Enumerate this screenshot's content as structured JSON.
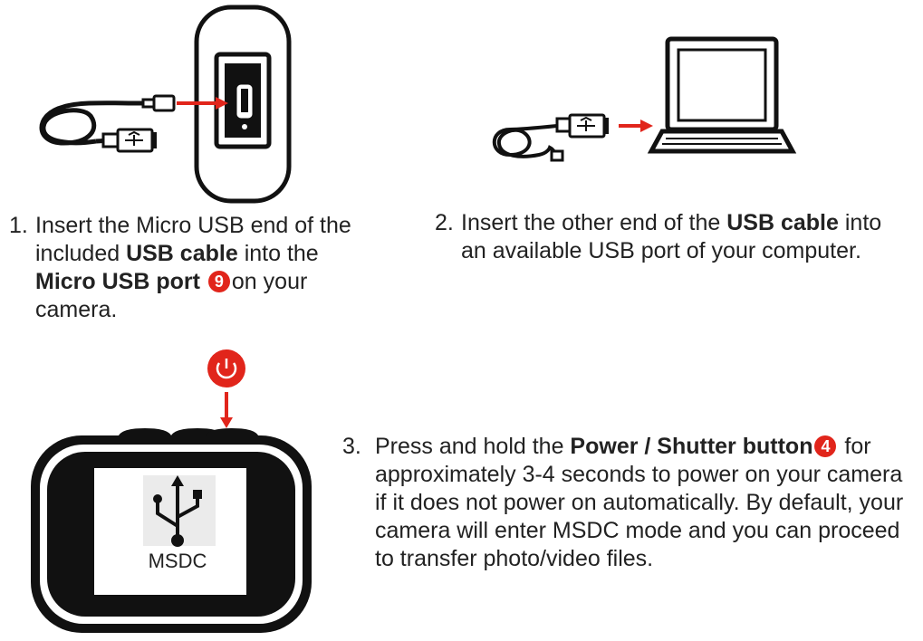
{
  "steps": [
    {
      "number": "1.",
      "parts": [
        "Insert the Micro USB end of the included ",
        "USB cable",
        " into the ",
        "Micro USB port",
        "on your camera."
      ],
      "badge": "9"
    },
    {
      "number": "2.",
      "parts": [
        "Insert the other end of the ",
        "USB cable",
        " into an available USB port of your computer."
      ]
    },
    {
      "number": "3.",
      "parts": [
        "Press and hold the ",
        "Power / Shutter button",
        "for approximately 3-4 seconds to power on your camera if it does not power on automatically.  By default, your camera will enter MSDC mode and you can proceed to transfer photo/video files."
      ],
      "badge": "4"
    }
  ],
  "camera_screen": {
    "label": "MSDC",
    "icon": "usb-icon"
  },
  "colors": {
    "accent": "#e1251b",
    "text": "#222222",
    "outline": "#111111"
  }
}
